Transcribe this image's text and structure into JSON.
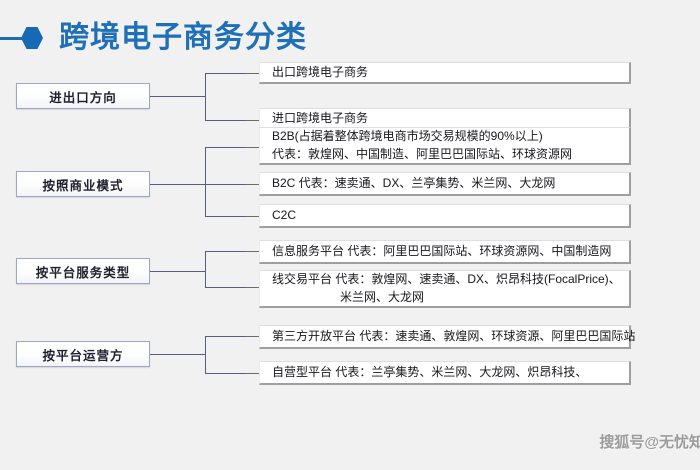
{
  "page": {
    "background_color": "#f1f1f1",
    "title": "跨境电子商务分类",
    "title_color": "#2070b8",
    "bullet_icon": "hexagon-icon"
  },
  "watermark": {
    "text": "搜狐号@无忧知"
  },
  "groups": [
    {
      "id": "import-export-direction",
      "label": "进出口方向",
      "items": [
        {
          "id": "export",
          "lines": [
            "出口跨境电子商务"
          ]
        },
        {
          "id": "import",
          "lines": [
            "进口跨境电子商务"
          ]
        }
      ]
    },
    {
      "id": "by-business-model",
      "label": "按照商业模式",
      "items": [
        {
          "id": "b2b",
          "lines": [
            "B2B(占据着整体跨境电商市场交易规模的90%以上)",
            "代表：敦煌网、中国制造、阿里巴巴国际站、环球资源网"
          ]
        },
        {
          "id": "b2c",
          "lines": [
            "B2C  代表：速卖通、DX、兰亭集势、米兰网、大龙网"
          ]
        },
        {
          "id": "c2c",
          "lines": [
            "C2C"
          ]
        }
      ]
    },
    {
      "id": "by-platform-service-type",
      "label": "按平台服务类型",
      "items": [
        {
          "id": "info-service-platform",
          "lines": [
            "信息服务平台 代表：阿里巴巴国际站、环球资源网、中国制造网"
          ]
        },
        {
          "id": "online-trading-platform",
          "lines": [
            "线交易平台  代表：敦煌网、速卖通、DX、炽昂科技(FocalPrice)、",
            "米兰网、大龙网"
          ]
        }
      ]
    },
    {
      "id": "by-platform-operator",
      "label": "按平台运营方",
      "items": [
        {
          "id": "third-party-open-platform",
          "lines": [
            "第三方开放平台 代表：速卖通、敦煌网、环球资源、阿里巴巴国际站"
          ]
        },
        {
          "id": "self-operated-platform",
          "lines": [
            "自营型平台    代表：兰亭集势、米兰网、大龙网、炽昂科技、"
          ]
        }
      ]
    }
  ]
}
